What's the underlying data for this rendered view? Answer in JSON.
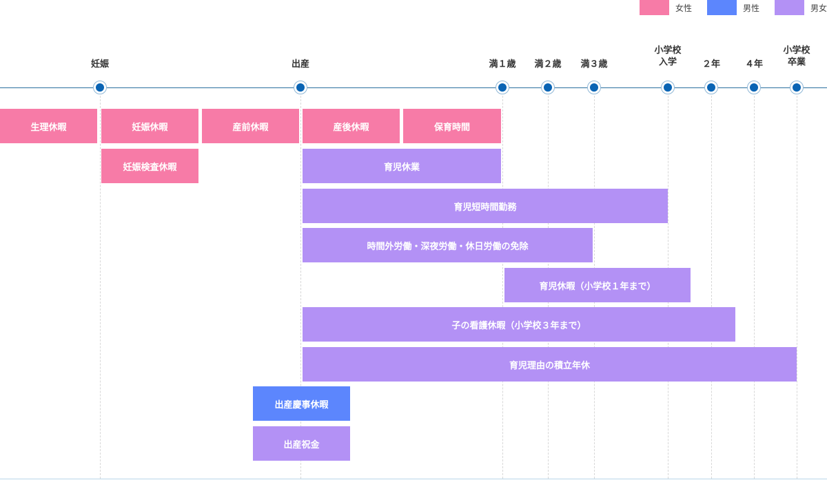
{
  "legend": [
    {
      "label": "女性",
      "color": "#f77ba7"
    },
    {
      "label": "男性",
      "color": "#5c86fd"
    },
    {
      "label": "男女",
      "color": "#b391f5"
    }
  ],
  "milestones": {
    "pregnancy": "妊娠",
    "birth": "出産",
    "age1": "満１歳",
    "age2": "満２歳",
    "age3": "満３歳",
    "elem_entry": [
      "小学校",
      "入学"
    ],
    "grade2": "２年",
    "grade4": "４年",
    "elem_grad": [
      "小学校",
      "卒業"
    ]
  },
  "bars": {
    "menstrual_leave": "生理休暇",
    "pregnancy_leave": "妊娠休暇",
    "prenatal_leave": "産前休暇",
    "postnatal_leave": "産後休暇",
    "nursing_time": "保育時間",
    "pregnancy_checkup_leave": "妊娠検査休暇",
    "childcare_leave": "育児休業",
    "short_hours": "育児短時間勤務",
    "overtime_exemption": "時間外労働・深夜労働・休日労働の免除",
    "childcare_leave_elem1": "育児休暇（小学校１年まで）",
    "child_nursing_leave": "子の看護休暇（小学校３年まで）",
    "accumulated_leave": "育児理由の積立年休",
    "paternity_leave": "出産慶事休暇",
    "birth_gift": "出産祝金"
  }
}
